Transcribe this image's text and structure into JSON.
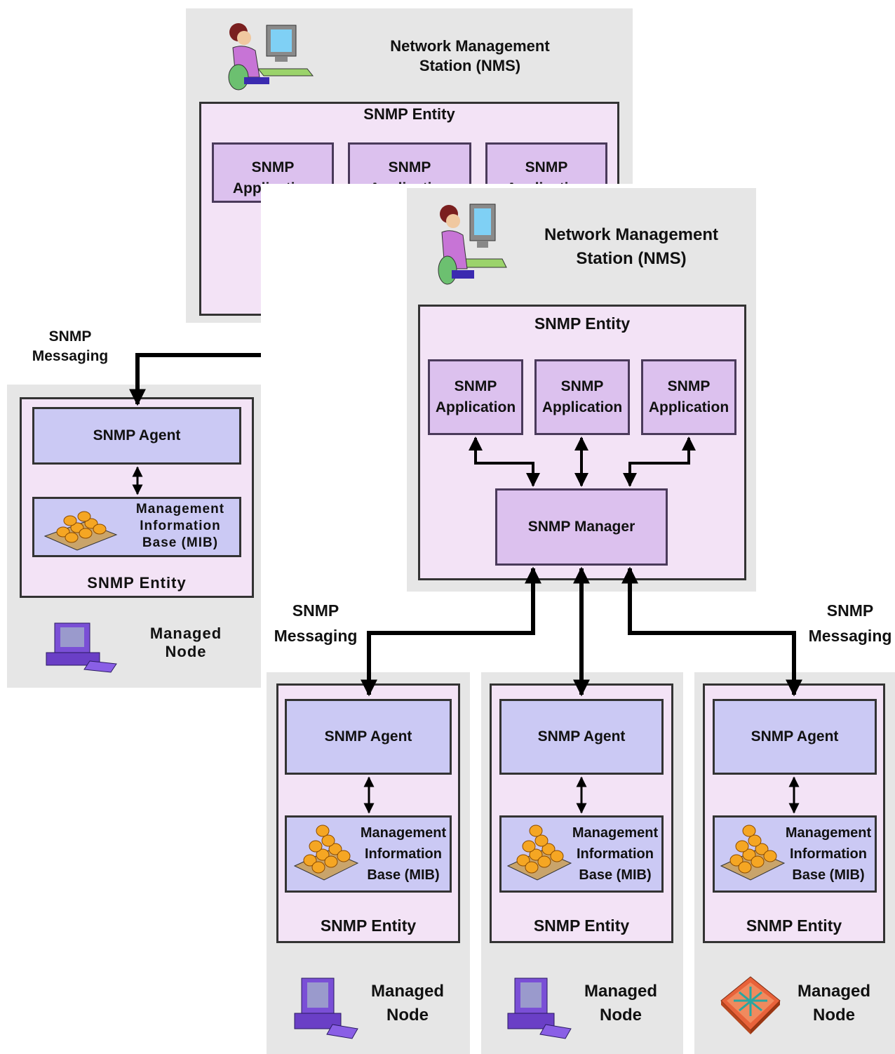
{
  "back_nms": {
    "title_line1": "Network Management",
    "title_line2": "Station (NMS)",
    "entity_label": "SNMP Entity",
    "apps": [
      {
        "line1": "SNMP",
        "line2": "Application"
      },
      {
        "line1": "SNMP",
        "line2": "Application"
      },
      {
        "line1": "SNMP",
        "line2": "Application"
      }
    ]
  },
  "back_messaging": {
    "line1": "SNMP",
    "line2": "Messaging"
  },
  "back_node": {
    "agent": "SNMP Agent",
    "mib_line1": "Management",
    "mib_line2": "Information",
    "mib_line3": "Base (MIB)",
    "entity_label": "SNMP Entity",
    "node_line1": "Managed",
    "node_line2": "Node"
  },
  "nms": {
    "title_line1": "Network Management",
    "title_line2": "Station (NMS)",
    "entity_label": "SNMP Entity",
    "apps": [
      {
        "line1": "SNMP",
        "line2": "Application"
      },
      {
        "line1": "SNMP",
        "line2": "Application"
      },
      {
        "line1": "SNMP",
        "line2": "Application"
      }
    ],
    "manager": "SNMP Manager"
  },
  "messaging_left": {
    "line1": "SNMP",
    "line2": "Messaging"
  },
  "messaging_right": {
    "line1": "SNMP",
    "line2": "Messaging"
  },
  "nodes": [
    {
      "agent": "SNMP Agent",
      "mib_line1": "Management",
      "mib_line2": "Information",
      "mib_line3": "Base (MIB)",
      "entity_label": "SNMP Entity",
      "node_line1": "Managed",
      "node_line2": "Node",
      "icon": "computer-icon"
    },
    {
      "agent": "SNMP Agent",
      "mib_line1": "Management",
      "mib_line2": "Information",
      "mib_line3": "Base (MIB)",
      "entity_label": "SNMP Entity",
      "node_line1": "Managed",
      "node_line2": "Node",
      "icon": "computer-icon"
    },
    {
      "agent": "SNMP Agent",
      "mib_line1": "Management",
      "mib_line2": "Information",
      "mib_line3": "Base (MIB)",
      "entity_label": "SNMP Entity",
      "node_line1": "Managed",
      "node_line2": "Node",
      "icon": "router-icon"
    }
  ],
  "colors": {
    "panel_gray": "#e6e6e6",
    "entity_fill": "#f3e3f6",
    "application_fill": "#dcc1ee",
    "agent_fill": "#cbc9f4",
    "wire": "#000000"
  }
}
